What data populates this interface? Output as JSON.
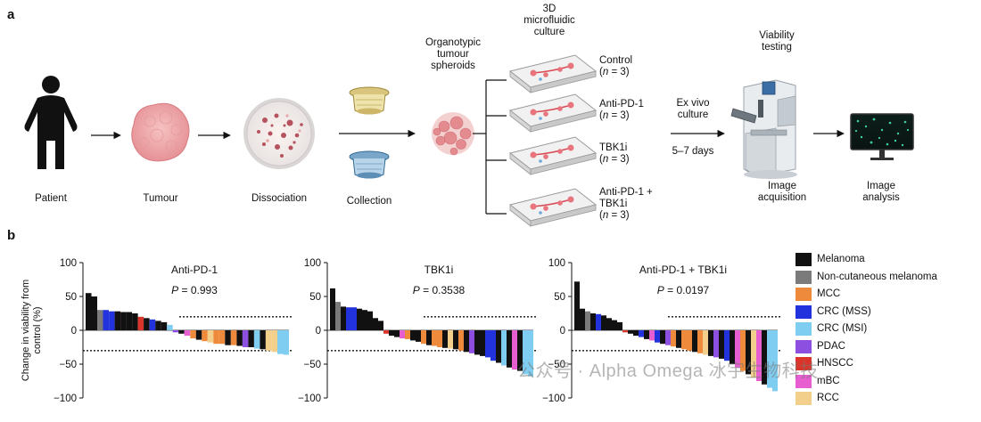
{
  "panels": {
    "a": "a",
    "b": "b"
  },
  "workflow": {
    "patient": "Patient",
    "tumour": "Tumour",
    "dissociation": "Dissociation",
    "collection": "Collection",
    "spheroids": [
      "Organotypic",
      "tumour",
      "spheroids"
    ],
    "culture3d": [
      "3D",
      "microfluidic",
      "culture"
    ],
    "conditions": [
      {
        "name": "Control",
        "n": "(n = 3)"
      },
      {
        "name": "Anti-PD-1",
        "n": "(n = 3)"
      },
      {
        "name": "TBK1i",
        "n": "(n = 3)"
      },
      {
        "name": "Anti-PD-1 +",
        "name2": "TBK1i",
        "n": "(n = 3)"
      }
    ],
    "exvivo": [
      "Ex vivo",
      "culture"
    ],
    "days": "5–7 days",
    "viability": [
      "Viability",
      "testing"
    ],
    "acquisition": [
      "Image",
      "acquisition"
    ],
    "analysis": [
      "Image",
      "analysis"
    ]
  },
  "colors": {
    "Melanoma": "#111111",
    "Non-cutaneous melanoma": "#7b7b7b",
    "MCC": "#ee8a3c",
    "CRC (MSS)": "#2233dd",
    "CRC (MSI)": "#7fcdf0",
    "PDAC": "#8c4fe0",
    "HNSCC": "#d9352b",
    "mBC": "#e65ecf",
    "RCC": "#f3cf8c"
  },
  "legend": [
    {
      "label": "Melanoma",
      "key": "Melanoma"
    },
    {
      "label": "Non-cutaneous melanoma",
      "key": "Non-cutaneous melanoma"
    },
    {
      "label": "MCC",
      "key": "MCC"
    },
    {
      "label": "CRC (MSS)",
      "key": "CRC (MSS)"
    },
    {
      "label": "CRC (MSI)",
      "key": "CRC (MSI)"
    },
    {
      "label": "PDAC",
      "key": "PDAC"
    },
    {
      "label": "HNSCC",
      "key": "HNSCC"
    },
    {
      "label": "mBC",
      "key": "mBC"
    },
    {
      "label": "RCC",
      "key": "RCC"
    }
  ],
  "chart_data": [
    {
      "type": "bar",
      "title": "Anti-PD-1",
      "pvalue": "P = 0.993",
      "ylabel": "Change in viability from control (%)",
      "ylim": [
        -100,
        100
      ],
      "yticks": [
        -100,
        -50,
        0,
        50,
        100
      ],
      "thresholds": [
        20,
        -30
      ],
      "values": [
        55,
        50,
        30,
        30,
        28,
        28,
        27,
        27,
        25,
        20,
        18,
        16,
        14,
        12,
        8,
        -3,
        -5,
        -8,
        -12,
        -14,
        -16,
        -18,
        -20,
        -20,
        -22,
        -22,
        -23,
        -25,
        -25,
        -27,
        -28,
        -30,
        -32,
        -35,
        -36
      ],
      "categories": [
        "Melanoma",
        "Melanoma",
        "Non-cutaneous melanoma",
        "CRC (MSS)",
        "CRC (MSS)",
        "Melanoma",
        "Melanoma",
        "Melanoma",
        "Melanoma",
        "HNSCC",
        "Melanoma",
        "CRC (MSS)",
        "Melanoma",
        "Melanoma",
        "CRC (MSI)",
        "PDAC",
        "Melanoma",
        "mBC",
        "MCC",
        "Melanoma",
        "MCC",
        "RCC",
        "MCC",
        "MCC",
        "Melanoma",
        "MCC",
        "Melanoma",
        "PDAC",
        "Melanoma",
        "CRC (MSI)",
        "Melanoma",
        "RCC",
        "RCC",
        "CRC (MSI)",
        "CRC (MSI)"
      ]
    },
    {
      "type": "bar",
      "title": "TBK1i",
      "pvalue": "P = 0.3538",
      "ylabel": "",
      "ylim": [
        -100,
        100
      ],
      "yticks": [
        -100,
        -50,
        0,
        50,
        100
      ],
      "thresholds": [
        20,
        -30
      ],
      "values": [
        62,
        42,
        35,
        34,
        34,
        32,
        30,
        28,
        18,
        14,
        -5,
        -8,
        -10,
        -12,
        -13,
        -15,
        -17,
        -20,
        -22,
        -23,
        -25,
        -26,
        -27,
        -28,
        -30,
        -32,
        -34,
        -36,
        -38,
        -40,
        -45,
        -48,
        -52,
        -55,
        -58,
        -60,
        -65,
        -68
      ],
      "categories": [
        "Melanoma",
        "Non-cutaneous melanoma",
        "Melanoma",
        "CRC (MSS)",
        "CRC (MSS)",
        "Melanoma",
        "Melanoma",
        "Melanoma",
        "Melanoma",
        "Melanoma",
        "HNSCC",
        "Melanoma",
        "Melanoma",
        "mBC",
        "MCC",
        "Melanoma",
        "Melanoma",
        "MCC",
        "Melanoma",
        "MCC",
        "MCC",
        "Melanoma",
        "RCC",
        "Melanoma",
        "MCC",
        "Melanoma",
        "PDAC",
        "Melanoma",
        "Melanoma",
        "CRC (MSS)",
        "CRC (MSS)",
        "Melanoma",
        "CRC (MSI)",
        "Melanoma",
        "mBC",
        "Melanoma",
        "CRC (MSI)",
        "CRC (MSI)"
      ]
    },
    {
      "type": "bar",
      "title": "Anti-PD-1 + TBK1i",
      "pvalue": "P = 0.0197",
      "ylabel": "",
      "ylim": [
        -100,
        100
      ],
      "yticks": [
        -100,
        -50,
        0,
        50,
        100
      ],
      "thresholds": [
        20,
        -30
      ],
      "values": [
        72,
        32,
        28,
        25,
        24,
        22,
        18,
        15,
        12,
        -3,
        -5,
        -8,
        -10,
        -13,
        -15,
        -18,
        -20,
        -22,
        -24,
        -26,
        -28,
        -30,
        -32,
        -34,
        -36,
        -38,
        -40,
        -42,
        -45,
        -50,
        -55,
        -60,
        -65,
        -70,
        -75,
        -80,
        -85,
        -90
      ],
      "categories": [
        "Melanoma",
        "Melanoma",
        "Non-cutaneous melanoma",
        "Melanoma",
        "CRC (MSS)",
        "Melanoma",
        "Melanoma",
        "Melanoma",
        "Melanoma",
        "HNSCC",
        "Melanoma",
        "Melanoma",
        "CRC (MSS)",
        "Melanoma",
        "mBC",
        "CRC (MSS)",
        "Melanoma",
        "PDAC",
        "MCC",
        "Melanoma",
        "MCC",
        "MCC",
        "Melanoma",
        "MCC",
        "RCC",
        "Melanoma",
        "PDAC",
        "Melanoma",
        "CRC (MSS)",
        "Melanoma",
        "mBC",
        "MCC",
        "Melanoma",
        "RCC",
        "mBC",
        "Melanoma",
        "CRC (MSI)",
        "CRC (MSI)"
      ]
    }
  ],
  "watermark": "公众号 · Alpha Omega 冰宇生物科技"
}
